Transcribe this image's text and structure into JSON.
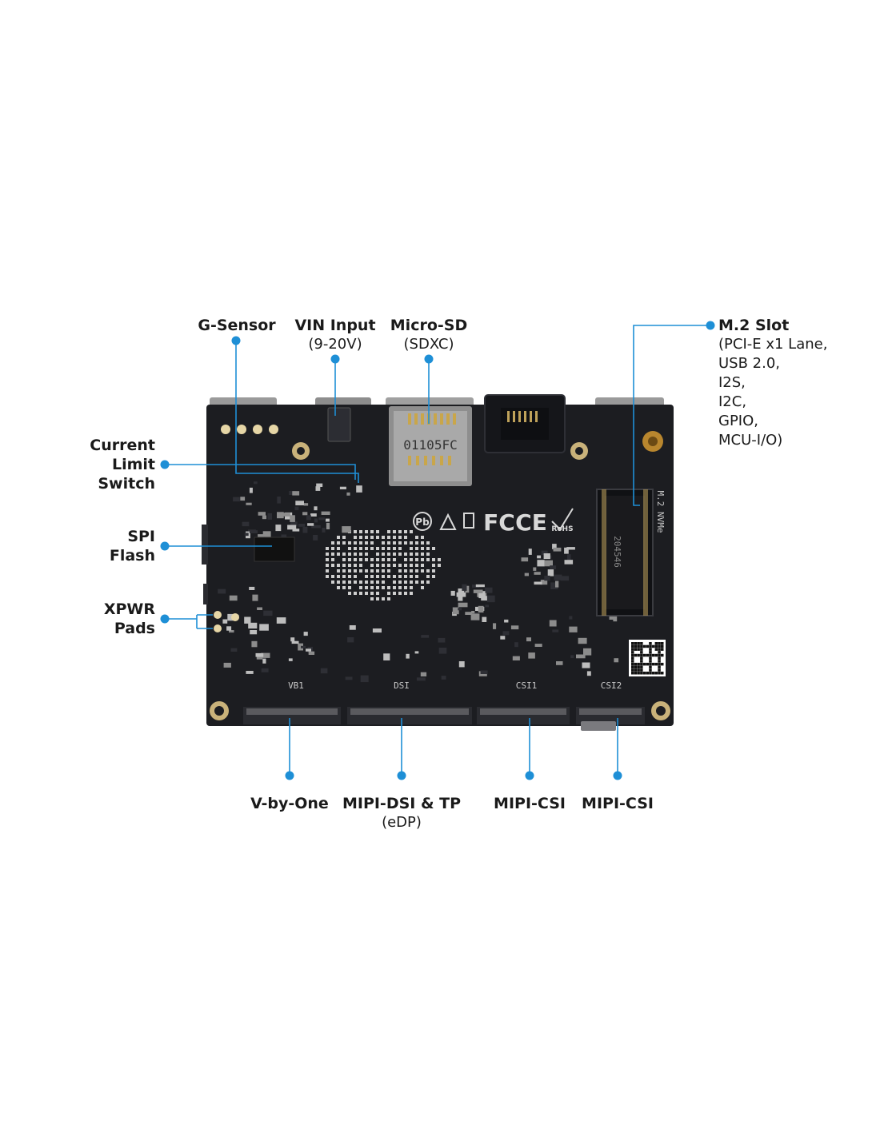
{
  "colors": {
    "accent": "#1e8fd6",
    "board": "#1c1d21",
    "text": "#1a1a1a"
  },
  "labels": {
    "g_sensor": {
      "title": "G-Sensor"
    },
    "vin_input": {
      "title": "VIN Input",
      "sub": "(9-20V)"
    },
    "micro_sd": {
      "title": "Micro-SD",
      "sub": "(SDXC)"
    },
    "m2_slot": {
      "title": "M.2 Slot",
      "lines": [
        "(PCI-E x1 Lane,",
        "USB 2.0,",
        "I2S,",
        "I2C,",
        "GPIO,",
        "MCU-I/O)"
      ]
    },
    "current_limit_switch": {
      "lines": [
        "Current",
        "Limit",
        "Switch"
      ]
    },
    "spi_flash": {
      "lines": [
        "SPI",
        "Flash"
      ]
    },
    "xpwr_pads": {
      "lines": [
        "XPWR",
        "Pads"
      ]
    },
    "v_by_one": {
      "title": "V-by-One"
    },
    "mipi_dsi_tp": {
      "title": "MIPI-DSI & TP",
      "sub": "(eDP)"
    },
    "mipi_csi_1": {
      "title": "MIPI-CSI"
    },
    "mipi_csi_2": {
      "title": "MIPI-CSI"
    }
  },
  "board_silkscreen": {
    "vb1": "VB1",
    "dsi": "DSI",
    "csi1": "CSI1",
    "csi2": "CSI2",
    "m2_nvme": "M.2 NVMe",
    "sd_marking": "01105FC",
    "m2_marking": "204546",
    "cert_marks": [
      "Pb",
      "FC",
      "CE",
      "RoHS"
    ]
  }
}
